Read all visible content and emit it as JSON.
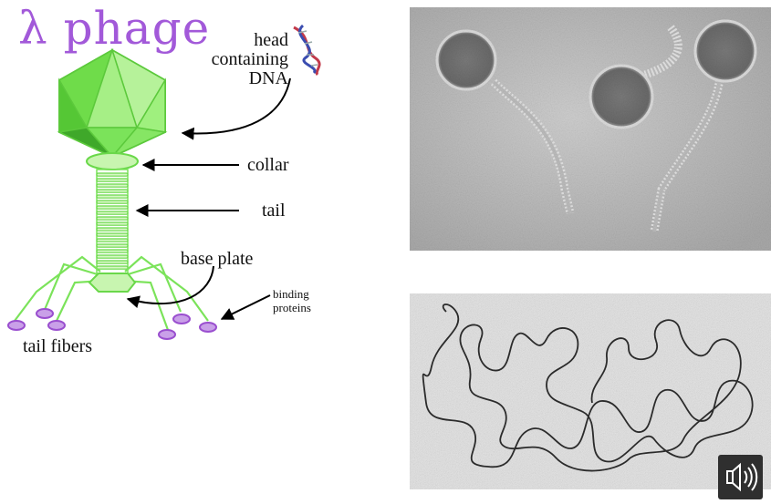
{
  "title": "λ phage",
  "labels": {
    "head_line1": "head",
    "head_line2": "containing",
    "head_line3": "DNA",
    "collar": "collar",
    "tail": "tail",
    "base_plate": "base plate",
    "binding_line1": "binding",
    "binding_line2": "proteins",
    "tail_fibers": "tail fibers"
  },
  "icons": {
    "dna": "dna-double-helix-icon",
    "speaker": "speaker-icon"
  },
  "colors": {
    "title": "#a259d9",
    "phage_green": "#7be35a",
    "phage_dark_green": "#3fa82a",
    "fiber_tip": "#b35fd6",
    "dna_red": "#c23a4a",
    "dna_blue": "#3b4db0"
  }
}
